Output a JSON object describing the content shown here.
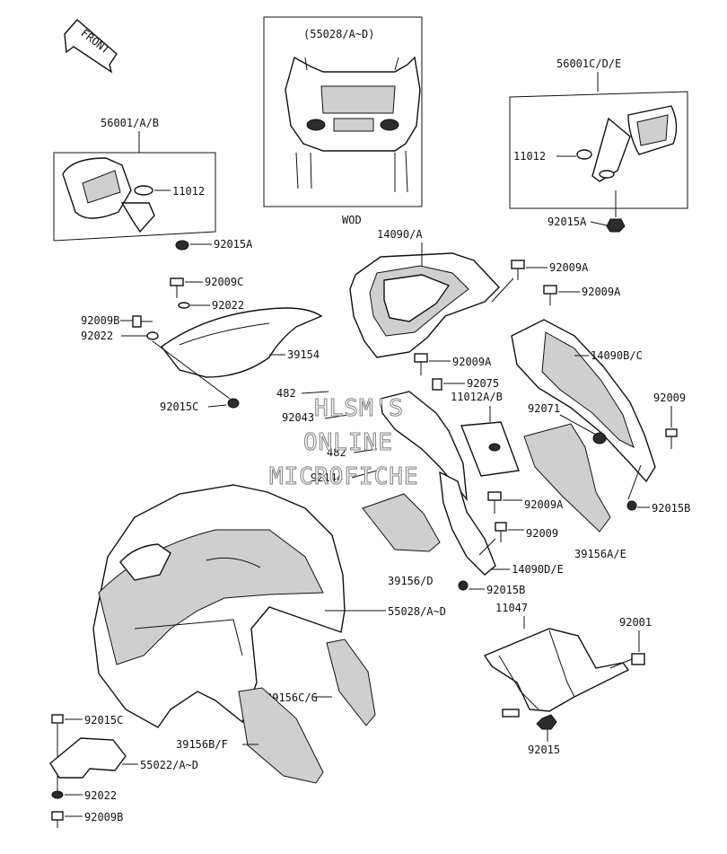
{
  "watermark": {
    "line1": "HLSM'S",
    "line2": "ONLINE",
    "line3": "MICROFICHE"
  },
  "front_arrow": {
    "label": "FRONT"
  },
  "inset_top": {
    "title": "(55028/A~D)",
    "note": "WOD"
  },
  "inset_left": {
    "title": "56001/A/B",
    "parts": [
      "11012",
      "92015A"
    ]
  },
  "inset_right": {
    "title": "56001C/D/E",
    "parts": [
      "11012",
      "92015A"
    ]
  },
  "labels": {
    "p14090A": "14090/A",
    "p92009A_1": "92009A",
    "p92009A_2": "92009A",
    "p92009C": "92009C",
    "p92022_1": "92022",
    "p92009B_1": "92009B",
    "p92022_2": "92022",
    "p39154": "39154",
    "p14090BC": "14090B/C",
    "p92009A_3": "92009A",
    "p92075": "92075",
    "p482_1": "482",
    "p92015C_1": "92015C",
    "p92043": "92043",
    "p11012AB": "11012A/B",
    "p92071": "92071",
    "p92009_1": "92009",
    "p482_2": "482",
    "p92144": "92144",
    "p92009A_4": "92009A",
    "p92015B_1": "92015B",
    "p92009_2": "92009",
    "p39156AE": "39156A/E",
    "p39156D": "39156/D",
    "p14090DE": "14090D/E",
    "p92015B_2": "92015B",
    "p11047": "11047",
    "p92001": "92001",
    "p55028AD": "55028/A~D",
    "p39156CG": "39156C/G",
    "p92015C_2": "92015C",
    "p39156BF": "39156B/F",
    "p55022AD": "55022/A~D",
    "p92022_3": "92022",
    "p92009B_2": "92009B",
    "p92015": "92015"
  }
}
